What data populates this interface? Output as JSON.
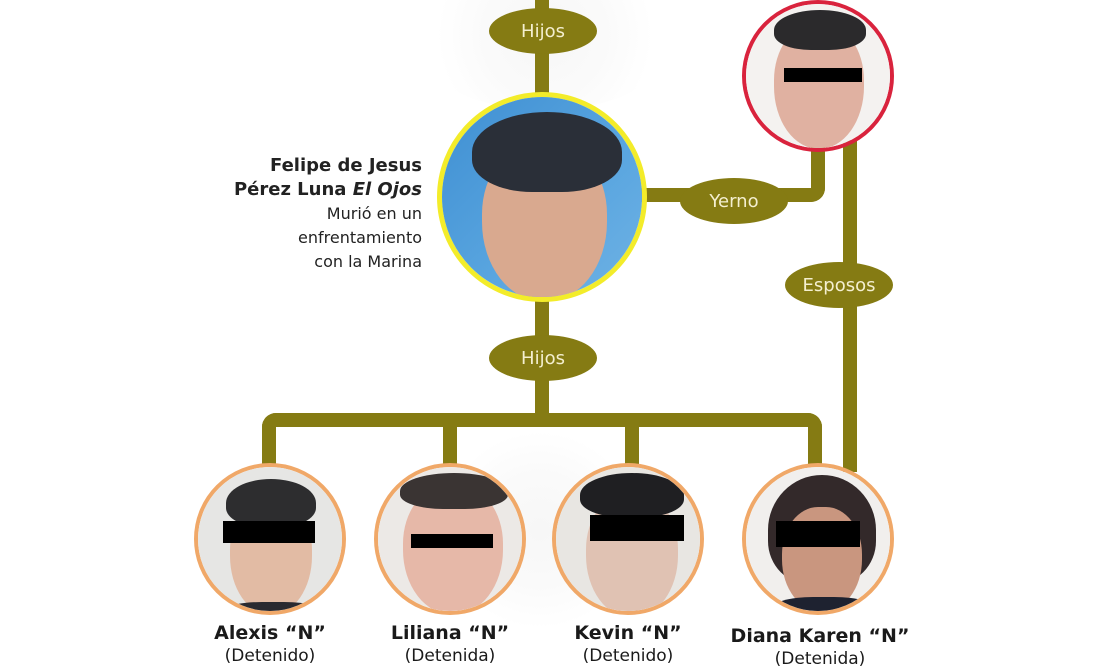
{
  "colors": {
    "connector": "#857b13",
    "label_text": "#f4efcf",
    "central_ring": "#f3ec2a",
    "in_law_ring": "#d9233d",
    "children_ring": "#f0a868",
    "text": "#1a1a1a"
  },
  "relations": {
    "top_hijos": "Hijos",
    "yerno": "Yerno",
    "esposos": "Esposos",
    "bottom_hijos": "Hijos"
  },
  "central": {
    "name_line1": "Felipe de Jesus",
    "name_line2_plain": "Pérez Luna ",
    "alias": "El Ojos",
    "desc_line1": "Murió en un",
    "desc_line2": "enfrentamiento",
    "desc_line3": "con la Marina"
  },
  "in_law": {
    "ring": "red",
    "censored": true
  },
  "children": [
    {
      "name": "Alexis “N”",
      "status": "(Detenido)"
    },
    {
      "name": "Liliana “N”",
      "status": "(Detenida)"
    },
    {
      "name": "Kevin “N”",
      "status": "(Detenido)"
    },
    {
      "name": "Diana Karen “N”",
      "status": "(Detenida)"
    }
  ]
}
